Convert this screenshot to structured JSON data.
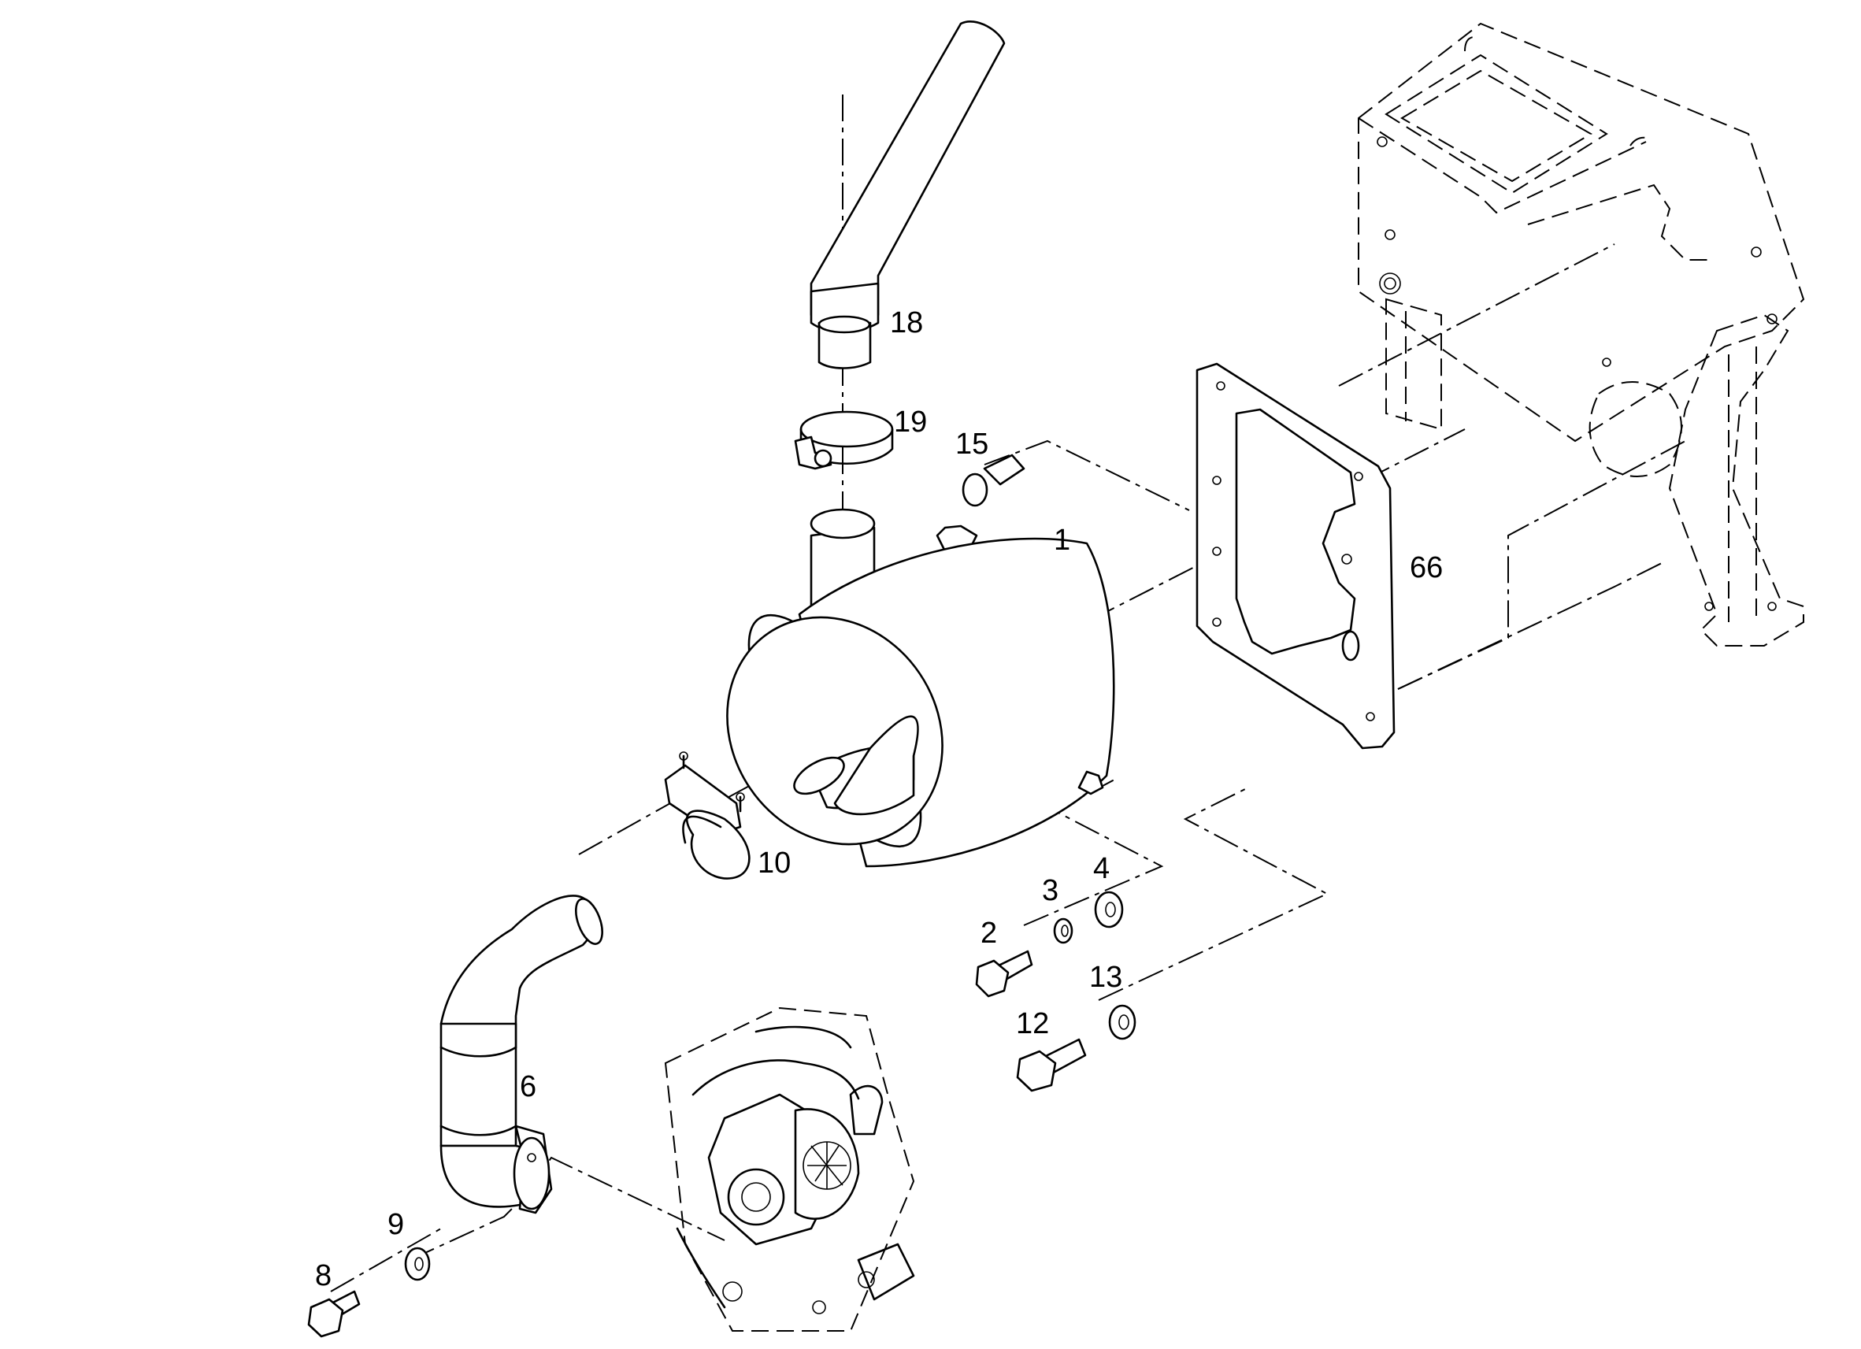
{
  "callouts": [
    {
      "id": "c1",
      "text": "1"
    },
    {
      "id": "c2",
      "text": "2"
    },
    {
      "id": "c3",
      "text": "3"
    },
    {
      "id": "c4",
      "text": "4"
    },
    {
      "id": "c6",
      "text": "6"
    },
    {
      "id": "c8",
      "text": "8"
    },
    {
      "id": "c9",
      "text": "9"
    },
    {
      "id": "c10",
      "text": "10"
    },
    {
      "id": "c12",
      "text": "12"
    },
    {
      "id": "c13",
      "text": "13"
    },
    {
      "id": "c15",
      "text": "15"
    },
    {
      "id": "c18",
      "text": "18"
    },
    {
      "id": "c19",
      "text": "19"
    },
    {
      "id": "c66",
      "text": "66"
    }
  ]
}
